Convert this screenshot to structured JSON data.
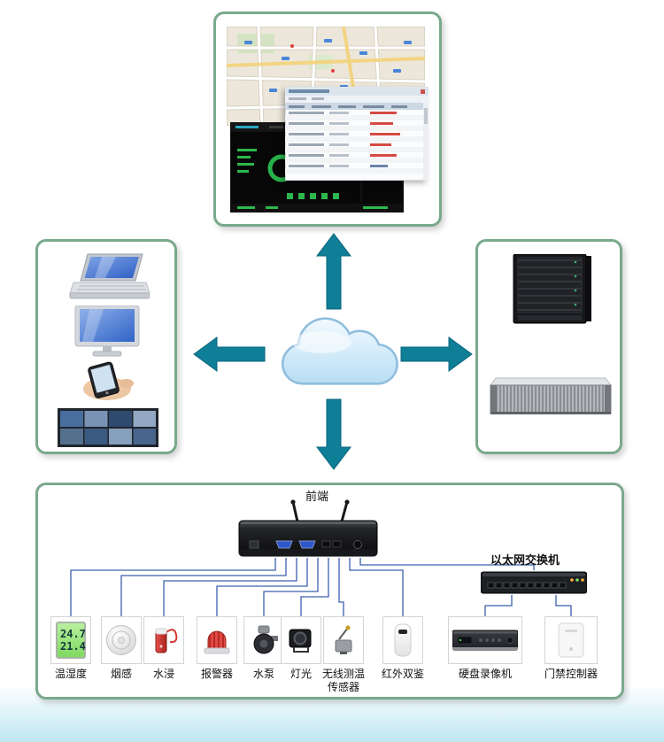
{
  "front_end_label": "前端",
  "switch_label": "以太网交换机",
  "sensors": [
    {
      "label": "温湿度"
    },
    {
      "label": "烟感"
    },
    {
      "label": "水浸"
    },
    {
      "label": "报警器"
    },
    {
      "label": "水泵"
    },
    {
      "label": "灯光"
    },
    {
      "label": "无线测温传感器"
    },
    {
      "label": "红外双鉴"
    }
  ],
  "peripherals": [
    {
      "label": "硬盘录像机"
    },
    {
      "label": "门禁控制器"
    }
  ],
  "thermo_lcd": {
    "line1": "24.7",
    "line2": "21.4"
  },
  "colors": {
    "panel_border": "#79a98b",
    "arrow": "#0f7e97",
    "wire": "#3c61ae",
    "cloud_fill": "#cde9f8",
    "cloud_stroke": "#8fbede"
  },
  "icons": [
    "cloud-icon",
    "arrow-up-icon",
    "arrow-down-icon",
    "arrow-left-icon",
    "arrow-right-icon",
    "map-screenshot",
    "video-monitor-screenshot",
    "device-table-screenshot",
    "laptop-image",
    "desktop-monitor-image",
    "smartphone-image",
    "video-wall-image",
    "blade-server-image",
    "storage-server-image",
    "front-end-gateway-image",
    "ethernet-switch-image",
    "thermo-hygrometer-image",
    "smoke-detector-image",
    "water-leak-sensor-image",
    "alarm-siren-image",
    "water-pump-image",
    "light-image",
    "wireless-temp-sensor-image",
    "infrared-detector-image",
    "dvr-image",
    "access-controller-image"
  ]
}
